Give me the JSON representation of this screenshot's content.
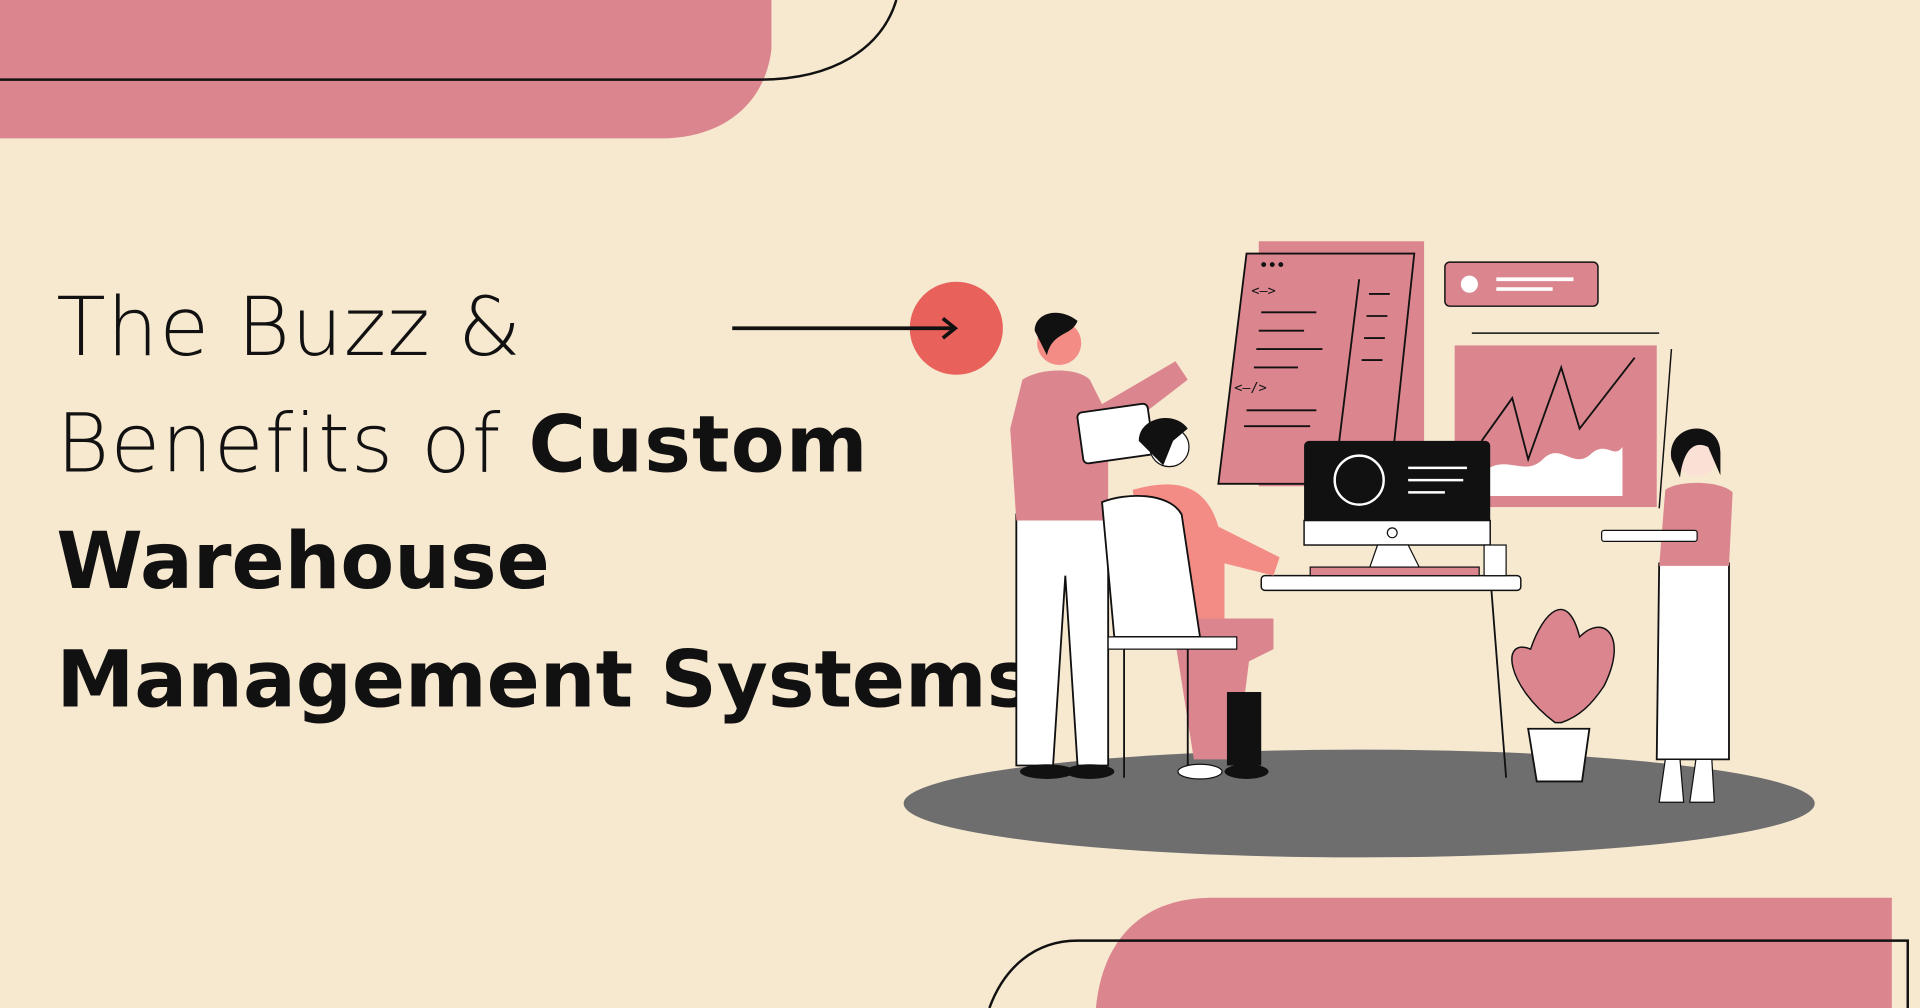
{
  "title": {
    "line1": "The Buzz &",
    "line2_light": "Benefits of ",
    "line2_bold": "Custom",
    "line3": "Warehouse",
    "line4": "Management Systems"
  },
  "colors": {
    "background": "#f7e8d0",
    "accent_pink": "#db868e",
    "accent_red": "#e8615b",
    "floor_gray": "#6e6e6e",
    "ink": "#111111"
  },
  "illustration": {
    "code_tag_open": "<—>",
    "code_tag_close": "<—/>"
  }
}
